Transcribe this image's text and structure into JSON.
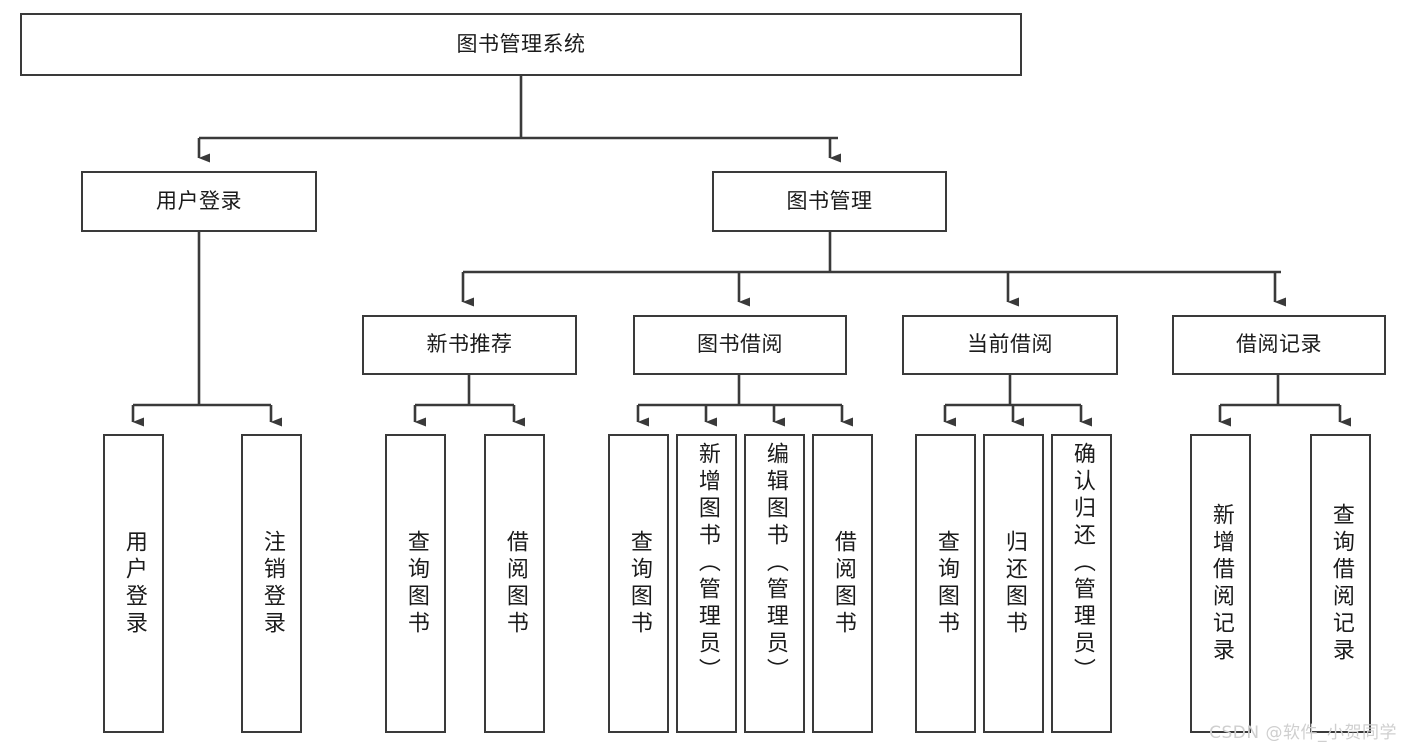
{
  "diagram": {
    "title_node": {
      "label": "图书管理系统"
    },
    "level2": [
      {
        "label": "用户登录"
      },
      {
        "label": "图书管理"
      }
    ],
    "level3": [
      {
        "label": "新书推荐"
      },
      {
        "label": "图书借阅"
      },
      {
        "label": "当前借阅"
      },
      {
        "label": "借阅记录"
      }
    ],
    "leaves": {
      "user_login": [
        {
          "label": "用户登录"
        },
        {
          "label": "注销登录"
        }
      ],
      "new_book_recommend": [
        {
          "label": "查询图书"
        },
        {
          "label": "借阅图书"
        }
      ],
      "book_borrow": [
        {
          "label": "查询图书"
        },
        {
          "label": "新增图书（管理员）"
        },
        {
          "label": "编辑图书（管理员）"
        },
        {
          "label": "借阅图书"
        }
      ],
      "current_borrow": [
        {
          "label": "查询图书"
        },
        {
          "label": "归还图书"
        },
        {
          "label": "确认归还（管理员）"
        }
      ],
      "borrow_record": [
        {
          "label": "新增借阅记录"
        },
        {
          "label": "查询借阅记录"
        }
      ]
    }
  },
  "watermark": {
    "text": "CSDN @软件_小贺同学"
  },
  "colors": {
    "box_border": "#3a3a3a",
    "connector": "#3a3a3a",
    "text": "#1b1b1b",
    "watermark": "#cfcfcf",
    "background": "#ffffff"
  }
}
